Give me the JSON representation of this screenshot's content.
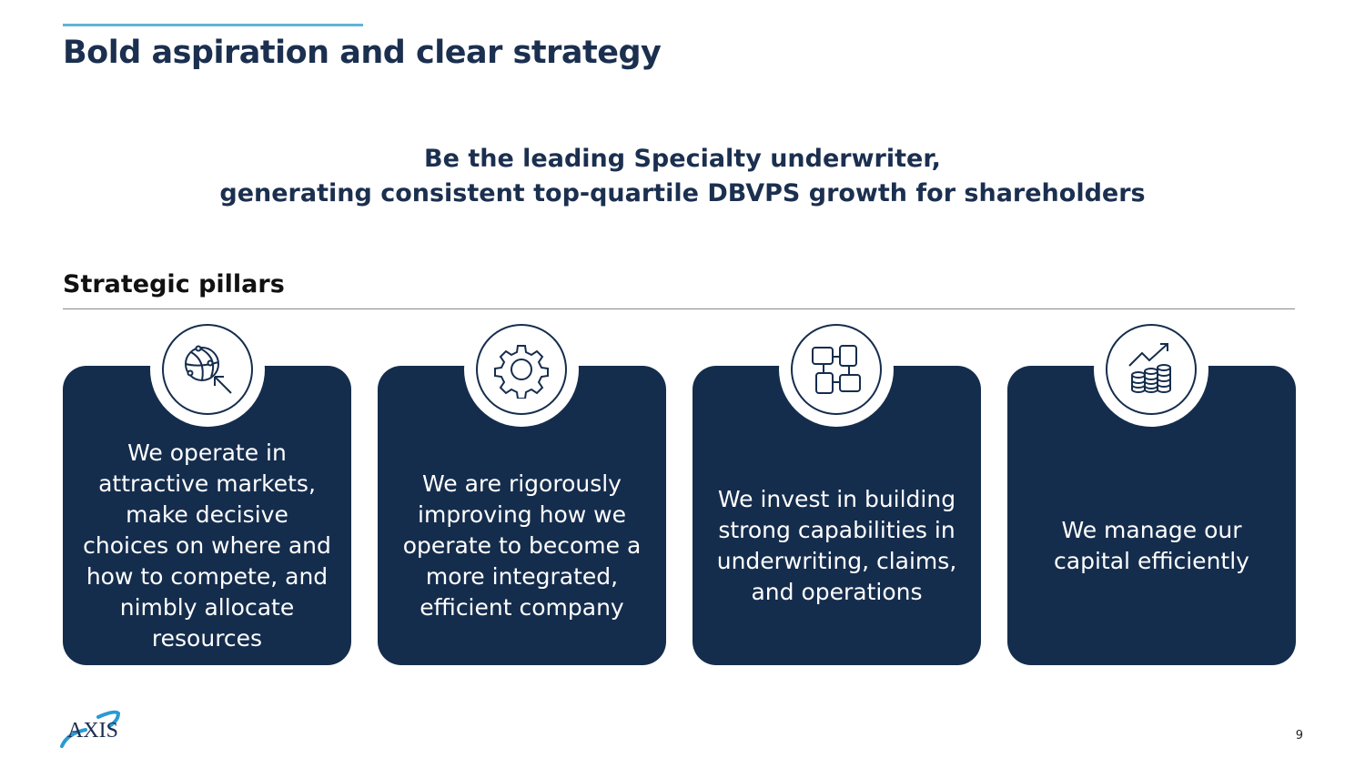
{
  "header": {
    "title": "Bold aspiration and clear strategy"
  },
  "aspiration": {
    "line1": "Be the leading Specialty underwriter,",
    "line2": "generating consistent top-quartile DBVPS growth for shareholders"
  },
  "pillars": {
    "label": "Strategic pillars",
    "items": [
      {
        "icon": "network-cursor-icon",
        "text": "We operate in attractive markets, make decisive choices on where and how to compete, and nimbly allocate resources"
      },
      {
        "icon": "gear-icon",
        "text": "We are rigorously improving how we operate to become a more integrated, efficient company"
      },
      {
        "icon": "joined-hands-icon",
        "text": "We invest in building strong capabilities in underwriting, claims, and operations"
      },
      {
        "icon": "coins-growth-icon",
        "text": "We manage our capital efficiently"
      }
    ]
  },
  "footer": {
    "logo_text": "AXIS",
    "page_number": "9"
  },
  "colors": {
    "navy": "#152d4d",
    "accent": "#5fb3d8"
  }
}
